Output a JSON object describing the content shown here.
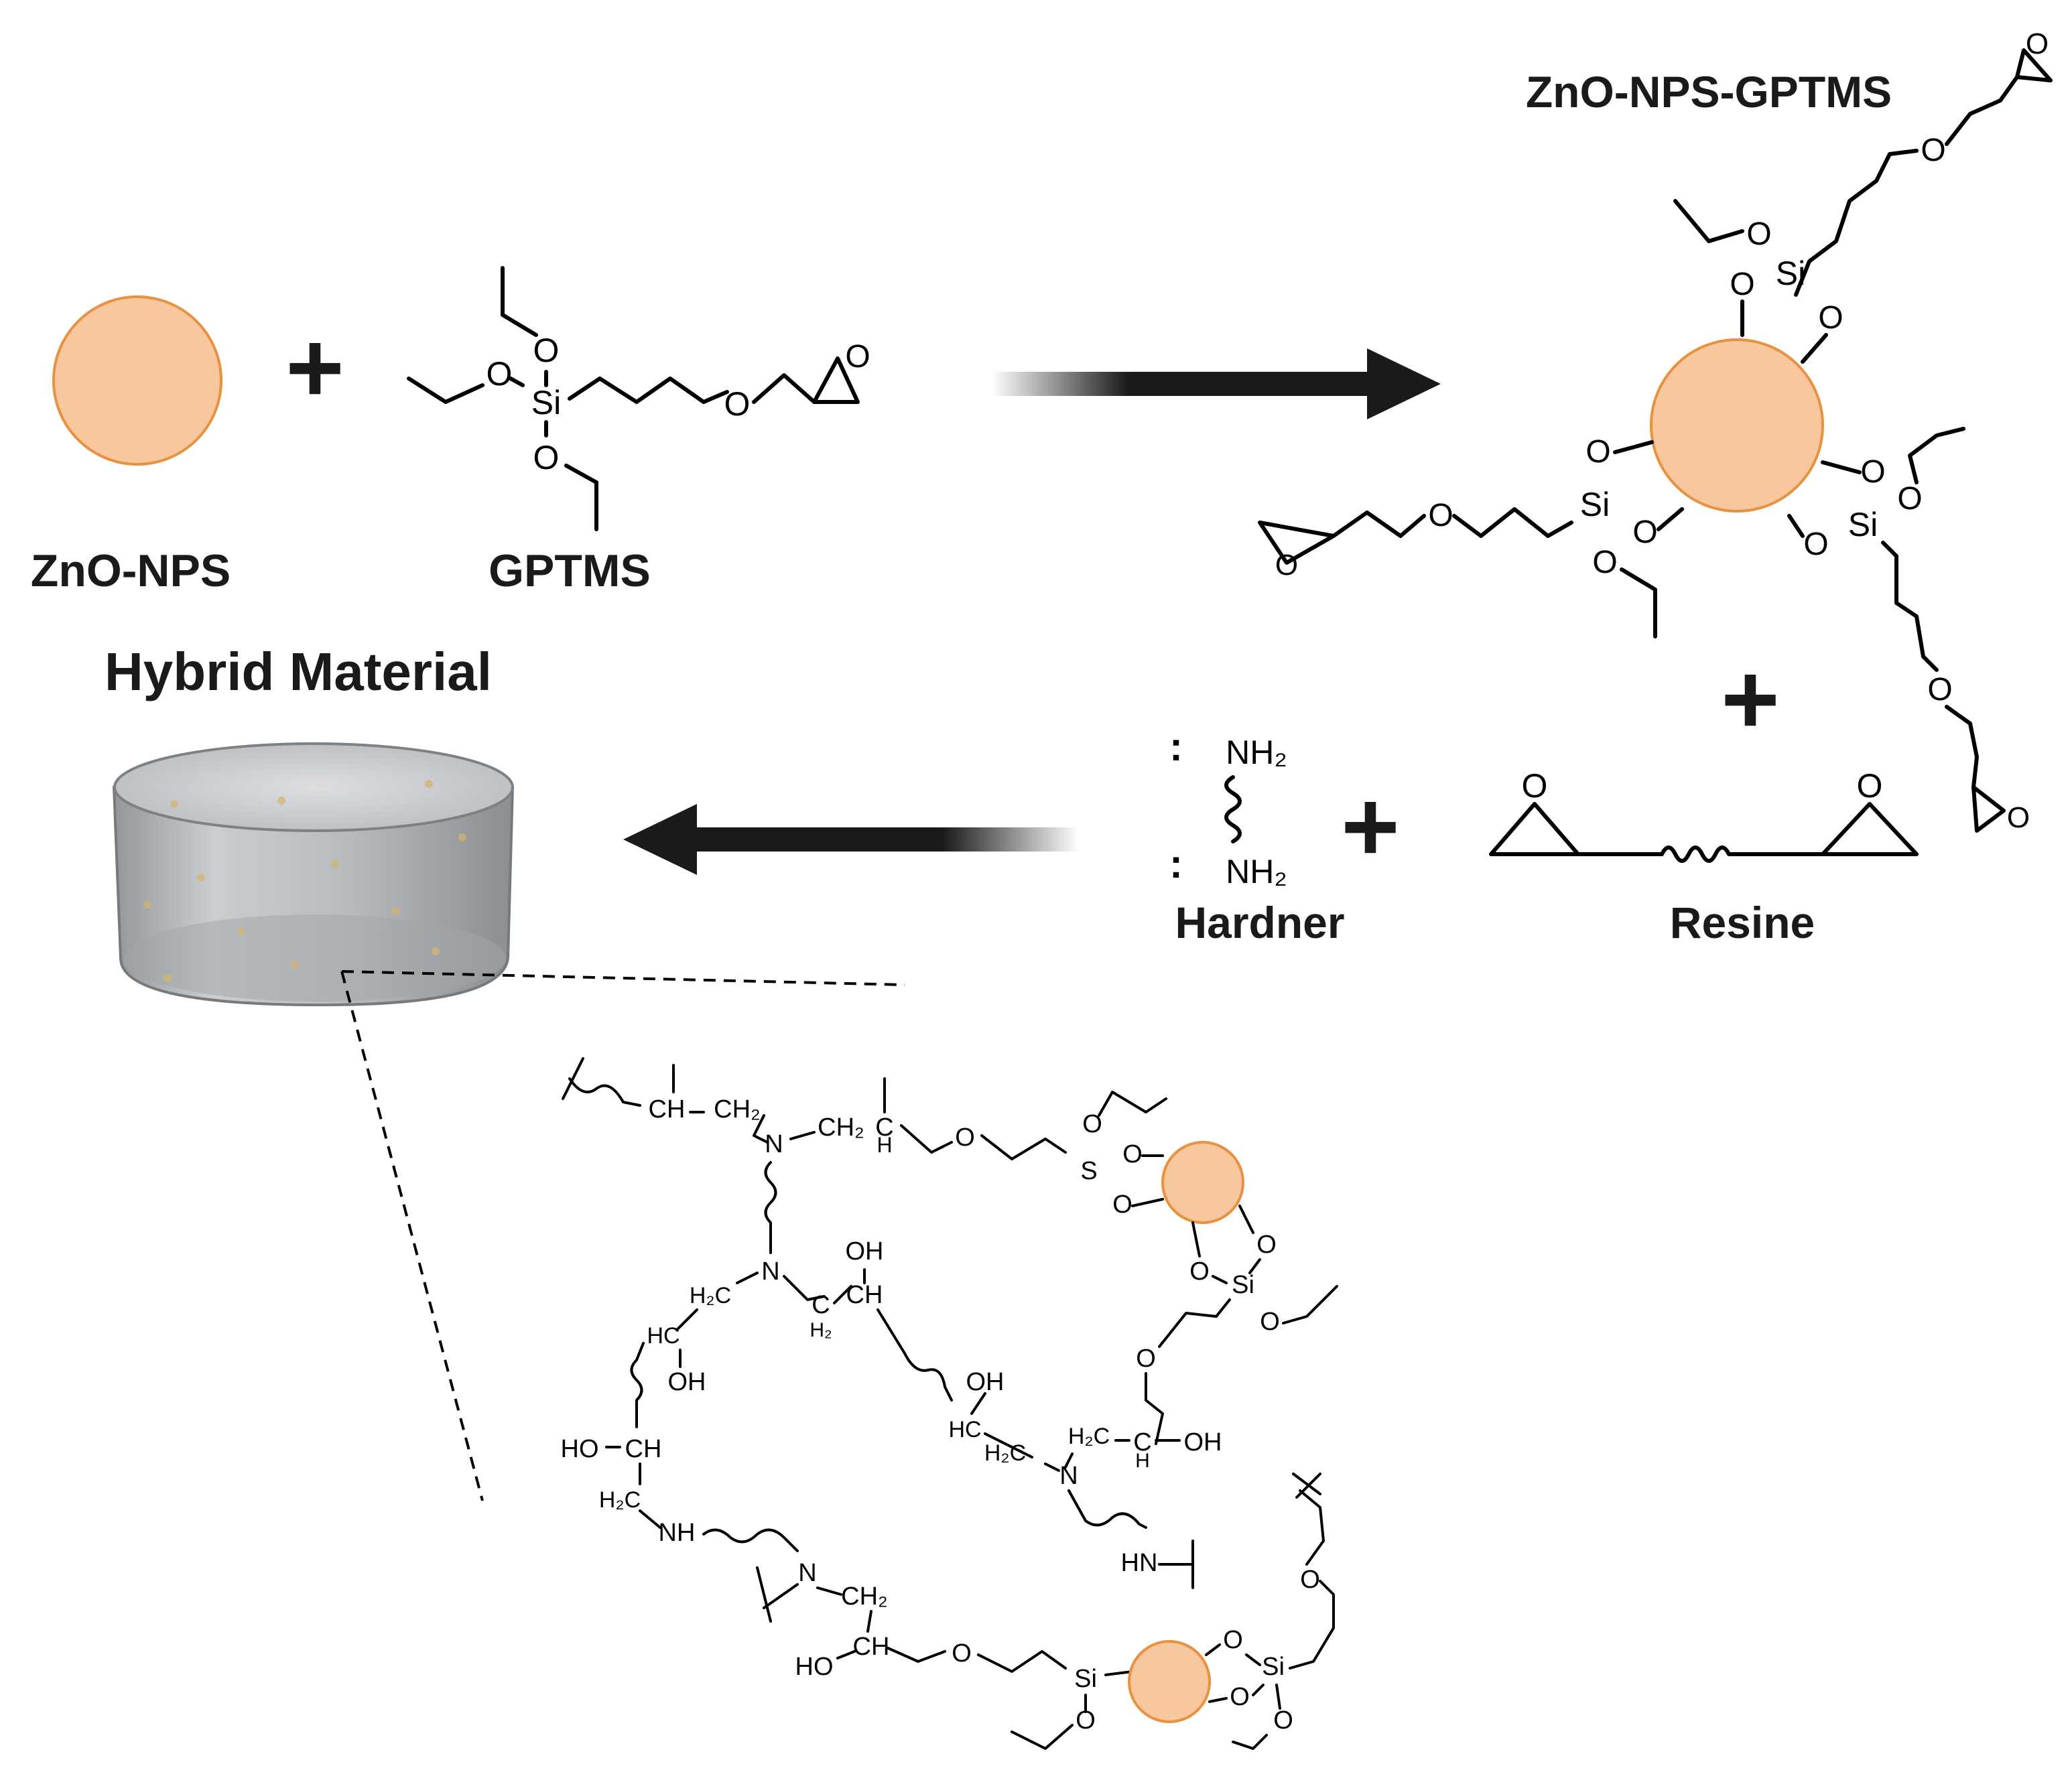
{
  "labels": {
    "zno_nps": "ZnO-NPS",
    "gptms": "GPTMS",
    "zno_nps_gptms": "ZnO-NPS-GPTMS",
    "hybrid_material": "Hybrid Material",
    "hardner": "Hardner",
    "resine": "Resine",
    "plus": "+"
  },
  "atoms": {
    "o": "O",
    "si": "Si",
    "s": "S",
    "n": "N",
    "nh": "NH",
    "hn": "HN",
    "nh2": "NH₂",
    "oh": "OH",
    "ho": "HO",
    "ch": "CH",
    "c": "C",
    "h": "H",
    "ch2": "CH₂",
    "h2c": "H₂C",
    "h2": "H₂",
    "hc": "HC",
    "colon": ":"
  },
  "colors": {
    "nanoparticle_fill": "#f8c79e",
    "nanoparticle_stroke": "#e8913e",
    "arrow": "#1a1a1a",
    "text": "#1a1a1a"
  }
}
